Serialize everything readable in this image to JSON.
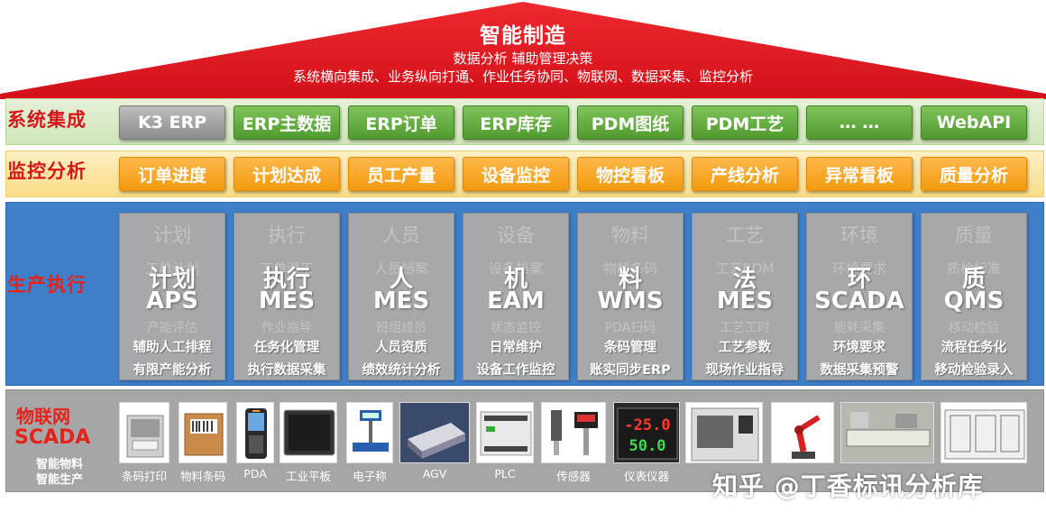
{
  "roof": {
    "title": "智能制造",
    "subtitle1": "数据分析 辅助管理决策",
    "subtitle2": "系统横向集成、业务纵向打通、作业任务协同、物联网、数据采集、监控分析"
  },
  "rows": {
    "system": "系统集成",
    "monitor": "监控分析",
    "execution": "生产执行",
    "iot_line1": "物联网",
    "iot_line2": "SCADA",
    "iot_line3": "智能物料\n智能生产"
  },
  "system_items": [
    "K3 ERP",
    "ERP主数据",
    "ERP订单",
    "ERP库存",
    "PDM图纸",
    "PDM工艺",
    "… …",
    "WebAPI"
  ],
  "monitor_items": [
    "订单进度",
    "计划达成",
    "员工产量",
    "设备监控",
    "物控看板",
    "产线分析",
    "异常看板",
    "质量分析"
  ],
  "execution_cards": [
    {
      "ghost": "计划",
      "ghost2": "工单计划",
      "ghost3": "产能评估",
      "line1": "计划",
      "line2": "APS",
      "desc1": "辅助人工排程",
      "desc2": "有限产能分析"
    },
    {
      "ghost": "执行",
      "ghost2": "工单派工",
      "ghost3": "作业指导",
      "line1": "执行",
      "line2": "MES",
      "desc1": "任务化管理",
      "desc2": "执行数据采集"
    },
    {
      "ghost": "人员",
      "ghost2": "人员档案",
      "ghost3": "班组成员",
      "line1": "人",
      "line2": "MES",
      "desc1": "人员资质",
      "desc2": "绩效统计分析"
    },
    {
      "ghost": "设备",
      "ghost2": "设备档案",
      "ghost3": "状态监控",
      "line1": "机",
      "line2": "EAM",
      "desc1": "日常维护",
      "desc2": "设备工作监控"
    },
    {
      "ghost": "物料",
      "ghost2": "物料条码",
      "ghost3": "PDA扫码",
      "line1": "料",
      "line2": "WMS",
      "desc1": "条码管理",
      "desc2": "账实同步ERP"
    },
    {
      "ghost": "工艺",
      "ghost2": "工艺BOM",
      "ghost3": "工艺工时",
      "line1": "法",
      "line2": "MES",
      "desc1": "工艺参数",
      "desc2": "现场作业指导"
    },
    {
      "ghost": "环境",
      "ghost2": "环境要求",
      "ghost3": "能耗采集",
      "line1": "环",
      "line2": "SCADA",
      "desc1": "环境要求",
      "desc2": "数据采集预警"
    },
    {
      "ghost": "质量",
      "ghost2": "质检标准",
      "ghost3": "移动检验",
      "line1": "质",
      "line2": "QMS",
      "desc1": "流程任务化",
      "desc2": "移动检验录入"
    }
  ],
  "devices": [
    "条码打印",
    "物料条码",
    "PDA",
    "工业平板",
    "电子称",
    "AGV",
    "PLC",
    "传感器",
    "仪表仪器",
    "",
    "",
    "",
    ""
  ],
  "meter": {
    "top": "-25.0",
    "bottom": "50.0"
  },
  "watermark": "知乎 @丁香标讯分析库",
  "colors": {
    "roof": "#e3141b",
    "green": "#5aaa35",
    "orange": "#f5a11c",
    "execution": "#3d7fc9",
    "iot": "#a6a6a6",
    "label_red": "#d6161a"
  }
}
